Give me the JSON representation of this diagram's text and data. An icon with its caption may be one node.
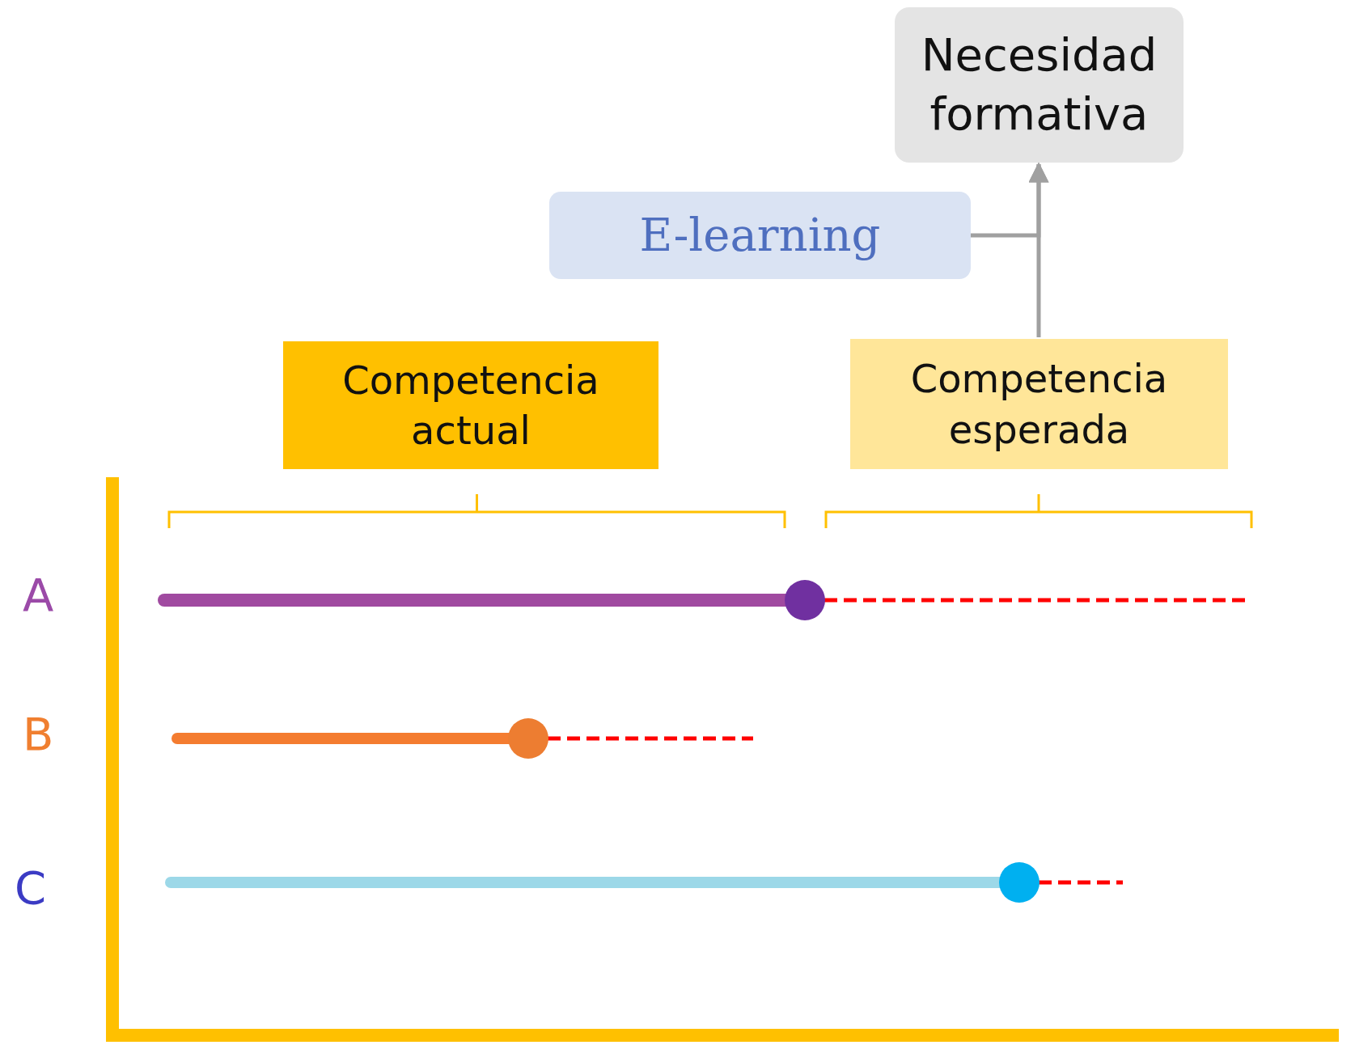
{
  "diagram": {
    "nodes": [
      {
        "text": [
          "Necesidad formativa"
        ]
      },
      {
        "text": [
          "E-learning"
        ]
      },
      {
        "text": [
          "Competencia actual"
        ]
      },
      {
        "text": [
          "Competencia esperada"
        ]
      }
    ],
    "edges": [
      {
        "from": 3,
        "to": 0,
        "arrow": "to"
      },
      {
        "from": 1,
        "to": 0,
        "arrow": "to"
      }
    ],
    "labels": [
      "A",
      "B",
      "C"
    ]
  }
}
